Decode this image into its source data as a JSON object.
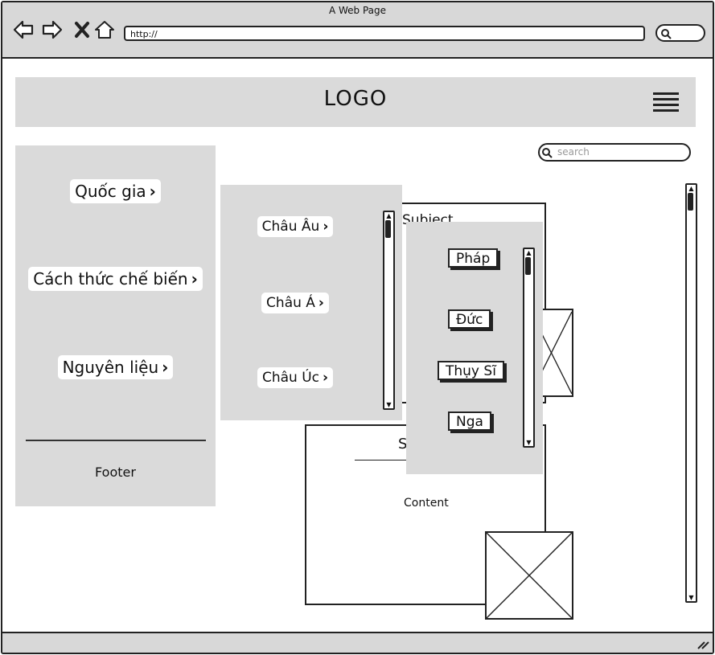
{
  "window": {
    "title": "A Web Page",
    "url": "http://",
    "nav_icons": [
      "back-arrow-icon",
      "forward-arrow-icon",
      "close-icon",
      "home-icon"
    ]
  },
  "header": {
    "logo": "LOGO",
    "menu_icon": "hamburger-menu-icon"
  },
  "search": {
    "placeholder": "search",
    "icon": "search-icon"
  },
  "sidebar": {
    "items": [
      {
        "label": "Quốc gia"
      },
      {
        "label": "Cách thức chế biến"
      },
      {
        "label": "Nguyên liệu"
      }
    ],
    "footer": "Footer"
  },
  "submenu_regions": {
    "items": [
      {
        "label": "Châu Âu"
      },
      {
        "label": "Châu Á"
      },
      {
        "label": "Châu Úc"
      }
    ]
  },
  "submenu_countries": {
    "items": [
      {
        "label": "Pháp"
      },
      {
        "label": "Đức"
      },
      {
        "label": "Thụy Sĩ"
      },
      {
        "label": "Nga"
      }
    ]
  },
  "background_cards": {
    "card1_title": "Subject",
    "card2_title": "S",
    "card2_content": "Content"
  },
  "colors": {
    "panel": "#dadada",
    "chrome": "#d8d8d8",
    "stroke": "#222222"
  }
}
